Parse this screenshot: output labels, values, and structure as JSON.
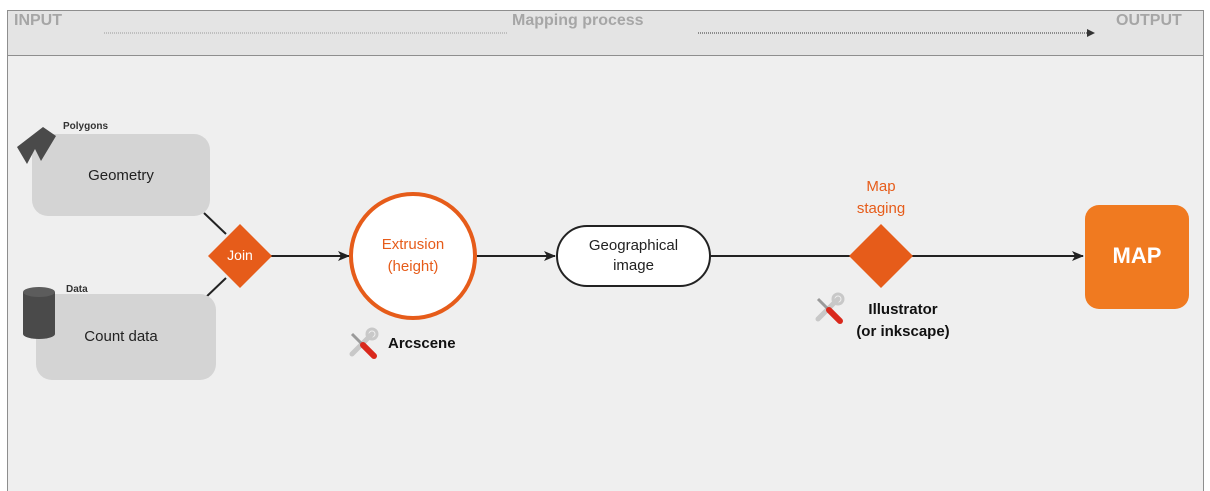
{
  "header": {
    "input_label": "INPUT",
    "process_label": "Mapping process",
    "output_label": "OUTPUT"
  },
  "inputs": {
    "polygons_caption": "Polygons",
    "geometry_label": "Geometry",
    "data_caption": "Data",
    "count_label": "Count data"
  },
  "process": {
    "join_label": "Join",
    "extrusion_line1": "Extrusion",
    "extrusion_line2": "(height)",
    "arcscene_label": "Arcscene",
    "geo_line1": "Geographical",
    "geo_line2": "image",
    "staging_line1": "Map",
    "staging_line2": "staging",
    "illustrator_line1": "Illustrator",
    "illustrator_line2": "(or inkscape)"
  },
  "output": {
    "map_label": "MAP"
  },
  "colors": {
    "accent": "#e65c1a",
    "map_box": "#f07a20",
    "input_box": "#d4d4d4",
    "frame_bg": "#efefef",
    "header_bg": "#e4e4e4",
    "header_text": "#a6a6a6"
  },
  "icons": {
    "polygon_shape": "polygon-shape-icon",
    "database": "database-cylinder-icon",
    "tools": "wrench-screwdriver-icon"
  }
}
